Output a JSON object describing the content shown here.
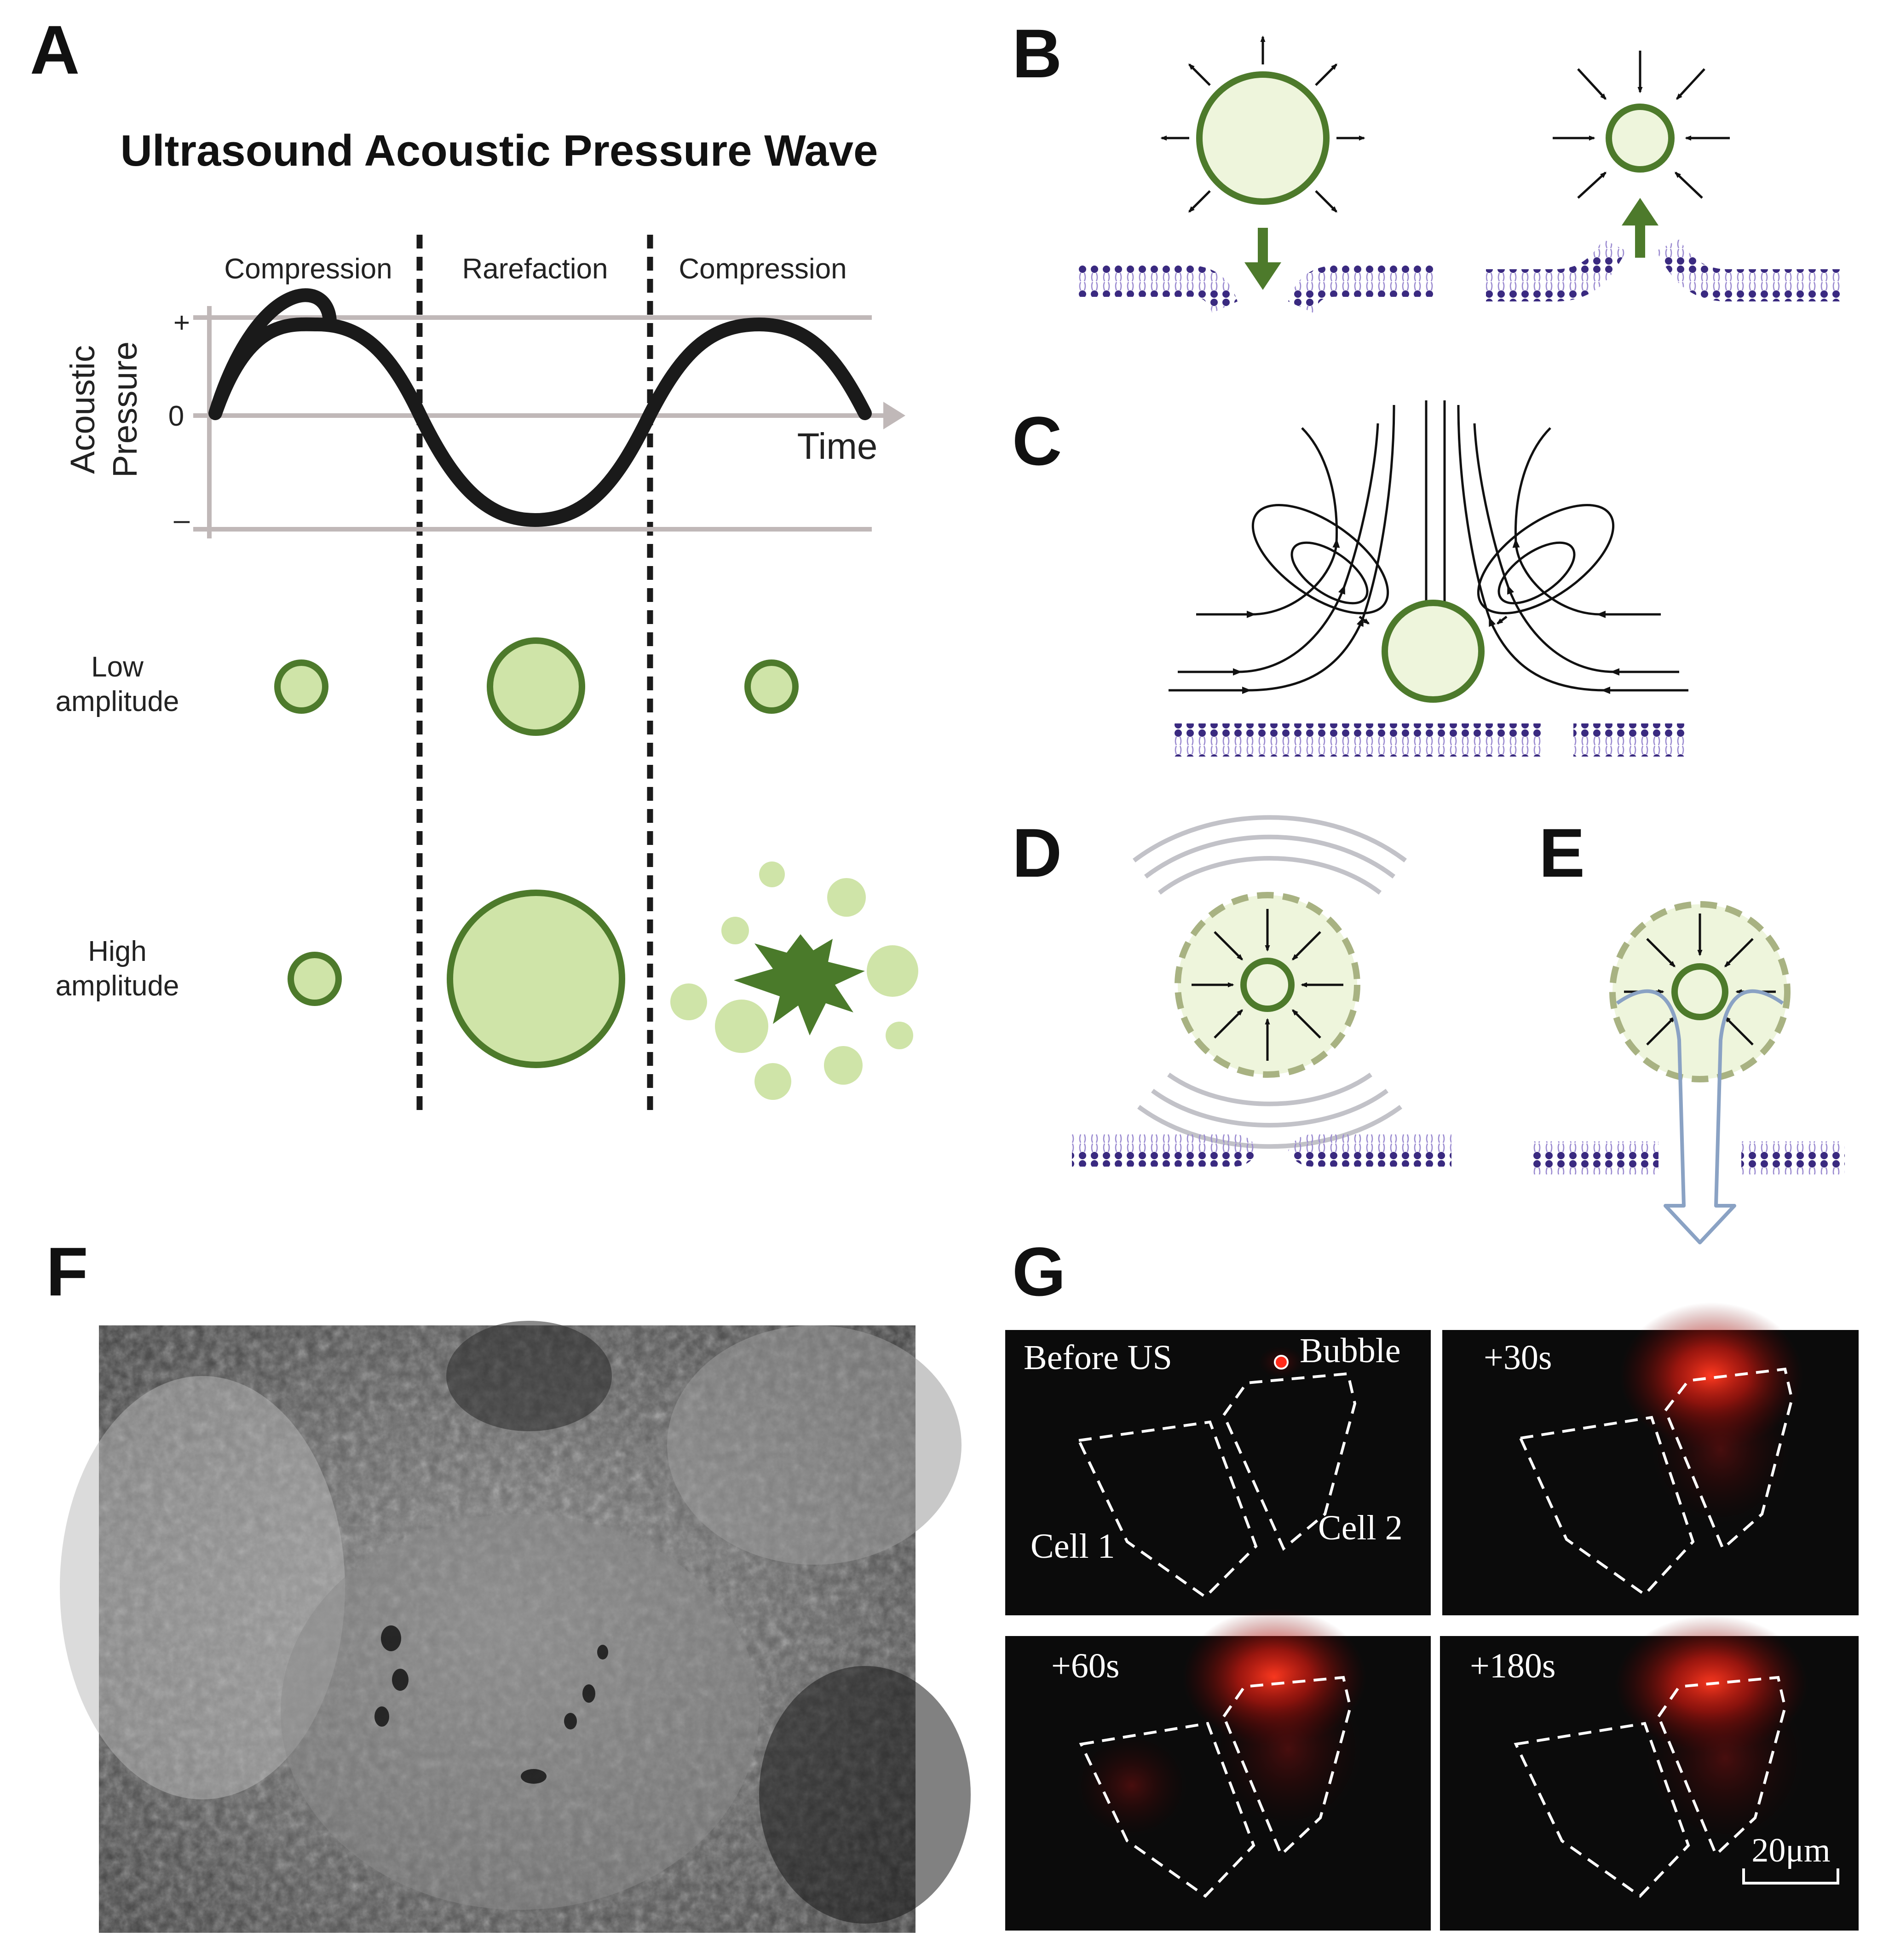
{
  "panels": {
    "a": {
      "letter": "A",
      "title": "Ultrasound Acoustic Pressure Wave",
      "phases": [
        "Compression",
        "Rarefaction",
        "Compression"
      ],
      "y_axis_label_line1": "Acoustic",
      "y_axis_label_line2": "Pressure",
      "tick_plus": "+",
      "tick_zero": "0",
      "tick_minus": "–",
      "x_axis_label": "Time",
      "low_amplitude_line1": "Low",
      "low_amplitude_line2": "amplitude",
      "high_amplitude_line1": "High",
      "high_amplitude_line2": "amplitude"
    },
    "b": {
      "letter": "B"
    },
    "c": {
      "letter": "C"
    },
    "d": {
      "letter": "D"
    },
    "e": {
      "letter": "E"
    },
    "f": {
      "letter": "F"
    },
    "g": {
      "letter": "G",
      "frames": [
        "Before US",
        "+30s",
        "+60s",
        "+180s"
      ],
      "bubble_label": "Bubble",
      "cell1_label": "Cell 1",
      "cell2_label": "Cell 2",
      "scale_bar_label": "20μm"
    }
  },
  "colors": {
    "bubble_fill": "#cfe4a8",
    "bubble_fill_light": "#eef5dc",
    "bubble_outline": "#4d7a2b",
    "membrane": "#3a2a80",
    "membrane_tail": "#9a8ad0",
    "jet": "#8aa2c4",
    "wave_rings": "#c2c2c8",
    "fluorescence": "#ff2a1a"
  }
}
